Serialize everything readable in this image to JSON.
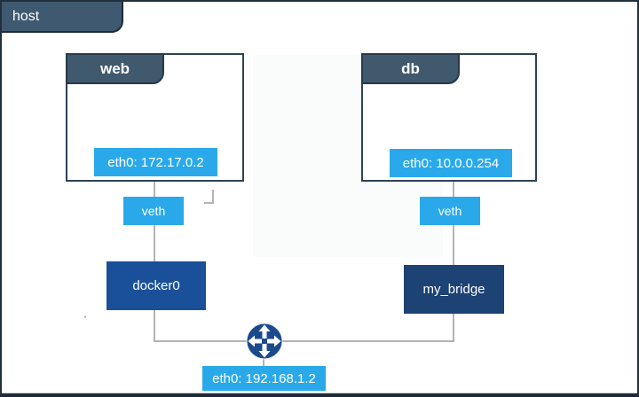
{
  "host": {
    "label": "host",
    "interface_label": "eth0: 192.168.1.2"
  },
  "containers": [
    {
      "name": "web",
      "interface_label": "eth0: 172.17.0.2"
    },
    {
      "name": "db",
      "interface_label": "eth0: 10.0.0.254"
    }
  ],
  "links": {
    "veth_left": "veth",
    "veth_right": "veth"
  },
  "bridges": [
    {
      "name": "docker0"
    },
    {
      "name": "my_bridge"
    }
  ],
  "icons": {
    "router": "router-icon"
  },
  "colors": {
    "slate_tab": "#3f5a70",
    "container_tab": "#41596d",
    "bright_blue": "#29a9ea",
    "docker0_blue": "#1a509a",
    "bridge_navy": "#1d4274",
    "router_blue": "#1b4a8c",
    "line_gray": "#b3b3b3",
    "frame_dark": "#22303e"
  }
}
